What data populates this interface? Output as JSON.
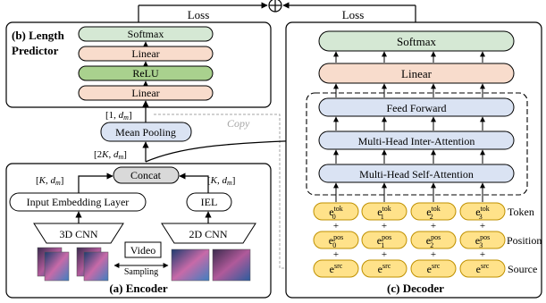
{
  "colors": {
    "softmax": "#d5e8d4",
    "linear": "#f8dccc",
    "relu": "#a9d18e",
    "attention": "#dae3f3",
    "token": "#ffe28a",
    "token_stroke": "#bf9000",
    "concat": "#d9d9d9",
    "ghost": "#a6a6a6"
  },
  "top": {
    "loss_left": "Loss",
    "loss_right": "Loss",
    "sum_symbol": "⊕"
  },
  "length_predictor": {
    "title_line1": "(b) Length",
    "title_line2": "Predictor",
    "softmax": "Softmax",
    "linear_top": "Linear",
    "relu": "ReLU",
    "linear_bottom": "Linear",
    "out_dim": "[1, d_m]",
    "mean_pooling": "Mean Pooling",
    "copy_label": "Copy",
    "in_dim": "[2K, d_m]"
  },
  "encoder": {
    "title": "(a) Encoder",
    "concat": "Concat",
    "left_dim": "[K, d_m]",
    "right_dim": "[K, d_m]",
    "input_embedding": "Input Embedding Layer",
    "iel": "IEL",
    "cnn3d": "3D CNN",
    "cnn2d": "2D CNN",
    "video": "Video",
    "sampling": "Sampling"
  },
  "decoder": {
    "title": "(c) Decoder",
    "softmax": "Softmax",
    "linear": "Linear",
    "feed_forward": "Feed Forward",
    "inter_attention": "Multi-Head Inter-Attention",
    "self_attention": "Multi-Head Self-Attention",
    "token_label": "Token",
    "position_label": "Position",
    "source_label": "Source",
    "tokens": [
      {
        "base": "e",
        "sup": "tok",
        "sub": "0"
      },
      {
        "base": "e",
        "sup": "tok",
        "sub": "1"
      },
      {
        "base": "e",
        "sup": "tok",
        "sub": "2"
      },
      {
        "base": "e",
        "sup": "tok",
        "sub": "3"
      }
    ],
    "positions": [
      {
        "base": "e",
        "sup": "pos",
        "sub": "0"
      },
      {
        "base": "e",
        "sup": "pos",
        "sub": "1"
      },
      {
        "base": "e",
        "sup": "pos",
        "sub": "2"
      },
      {
        "base": "e",
        "sup": "pos",
        "sub": "3"
      }
    ],
    "sources": [
      {
        "base": "e",
        "sup": "src"
      },
      {
        "base": "e",
        "sup": "src"
      },
      {
        "base": "e",
        "sup": "src"
      },
      {
        "base": "e",
        "sup": "src"
      }
    ]
  }
}
